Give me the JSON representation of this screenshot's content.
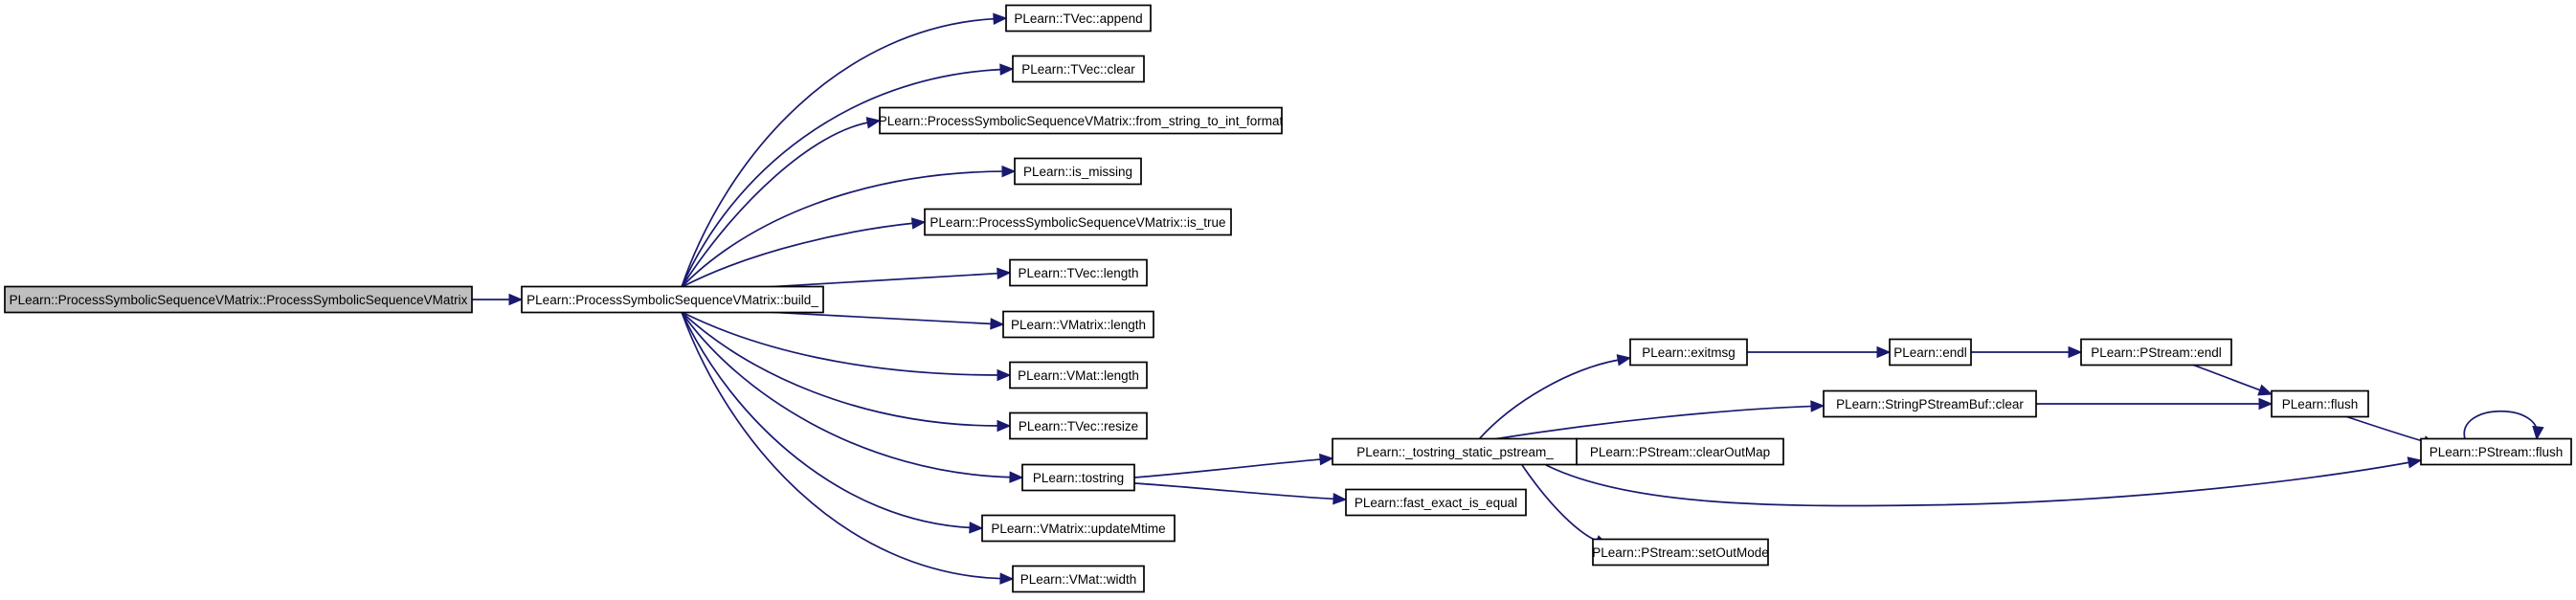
{
  "nodes": [
    {
      "id": "root",
      "label": "PLearn::ProcessSymbolicSequenceVMatrix::ProcessSymbolicSequenceVMatrix",
      "highlight": true
    },
    {
      "id": "build",
      "label": "PLearn::ProcessSymbolicSequenceVMatrix::build_"
    },
    {
      "id": "append",
      "label": "PLearn::TVec::append"
    },
    {
      "id": "tvec_clear",
      "label": "PLearn::TVec::clear"
    },
    {
      "id": "from_string",
      "label": "PLearn::ProcessSymbolicSequenceVMatrix::from_string_to_int_format"
    },
    {
      "id": "is_missing",
      "label": "PLearn::is_missing"
    },
    {
      "id": "is_true",
      "label": "PLearn::ProcessSymbolicSequenceVMatrix::is_true"
    },
    {
      "id": "tvec_length",
      "label": "PLearn::TVec::length"
    },
    {
      "id": "vmatrix_length",
      "label": "PLearn::VMatrix::length"
    },
    {
      "id": "vmat_length",
      "label": "PLearn::VMat::length"
    },
    {
      "id": "resize",
      "label": "PLearn::TVec::resize"
    },
    {
      "id": "tostring",
      "label": "PLearn::tostring"
    },
    {
      "id": "update_mtime",
      "label": "PLearn::VMatrix::updateMtime"
    },
    {
      "id": "width",
      "label": "PLearn::VMat::width"
    },
    {
      "id": "tostring_static",
      "label": "PLearn::_tostring_static_pstream_"
    },
    {
      "id": "fast_exact",
      "label": "PLearn::fast_exact_is_equal"
    },
    {
      "id": "exitmsg",
      "label": "PLearn::exitmsg"
    },
    {
      "id": "sps_clear",
      "label": "PLearn::StringPStreamBuf::clear"
    },
    {
      "id": "clear_out_map",
      "label": "PLearn::PStream::clearOutMap"
    },
    {
      "id": "set_out_mode",
      "label": "PLearn::PStream::setOutMode"
    },
    {
      "id": "endl",
      "label": "PLearn::endl"
    },
    {
      "id": "pstream_endl",
      "label": "PLearn::PStream::endl"
    },
    {
      "id": "flush",
      "label": "PLearn::flush"
    },
    {
      "id": "pstream_flush",
      "label": "PLearn::PStream::flush"
    }
  ],
  "edges": [
    {
      "from": "root",
      "to": "build"
    },
    {
      "from": "build",
      "to": "append"
    },
    {
      "from": "build",
      "to": "tvec_clear"
    },
    {
      "from": "build",
      "to": "from_string"
    },
    {
      "from": "build",
      "to": "is_missing"
    },
    {
      "from": "build",
      "to": "is_true"
    },
    {
      "from": "build",
      "to": "tvec_length"
    },
    {
      "from": "build",
      "to": "vmatrix_length"
    },
    {
      "from": "build",
      "to": "vmat_length"
    },
    {
      "from": "build",
      "to": "resize"
    },
    {
      "from": "build",
      "to": "tostring"
    },
    {
      "from": "build",
      "to": "update_mtime"
    },
    {
      "from": "build",
      "to": "width"
    },
    {
      "from": "tostring",
      "to": "tostring_static"
    },
    {
      "from": "tostring",
      "to": "fast_exact"
    },
    {
      "from": "tostring_static",
      "to": "exitmsg"
    },
    {
      "from": "tostring_static",
      "to": "sps_clear"
    },
    {
      "from": "tostring_static",
      "to": "clear_out_map"
    },
    {
      "from": "tostring_static",
      "to": "set_out_mode"
    },
    {
      "from": "tostring_static",
      "to": "pstream_flush"
    },
    {
      "from": "exitmsg",
      "to": "endl"
    },
    {
      "from": "endl",
      "to": "pstream_endl"
    },
    {
      "from": "pstream_endl",
      "to": "flush"
    },
    {
      "from": "sps_clear",
      "to": "flush"
    },
    {
      "from": "flush",
      "to": "pstream_flush"
    },
    {
      "from": "pstream_flush",
      "to": "pstream_flush"
    }
  ]
}
